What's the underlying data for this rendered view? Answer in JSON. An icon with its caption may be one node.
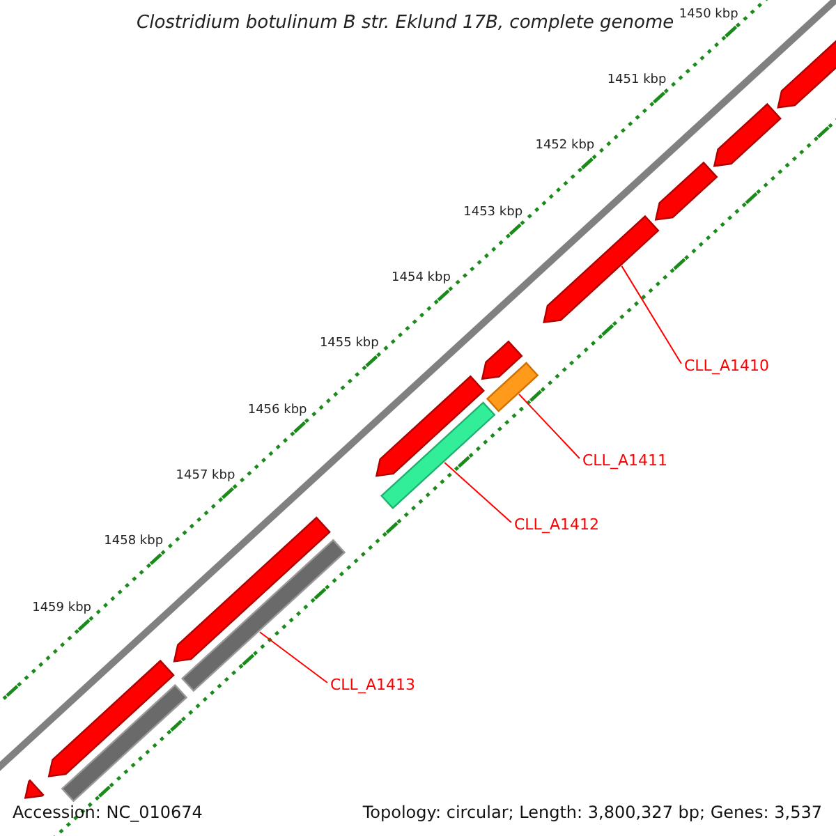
{
  "diagram": {
    "title": "Clostridium botulinum B str. Eklund 17B, complete genome",
    "nodes": [
      {
        "text": [],
        "shape": "arrow"
      },
      {
        "text": [],
        "shape": "arrow"
      },
      {
        "text": [],
        "shape": "arrow"
      },
      {
        "text": [],
        "shape": "arrow"
      },
      {
        "text": [
          "CLL_A1410"
        ]
      },
      {
        "text": [],
        "shape": "arrow"
      },
      {
        "text": [],
        "shape": "bar"
      },
      {
        "text": [
          "CLL_A1411"
        ]
      },
      {
        "text": [],
        "shape": "arrow"
      },
      {
        "text": [],
        "shape": "bar"
      },
      {
        "text": [
          "CLL_A1412"
        ]
      },
      {
        "text": [],
        "shape": "arrow"
      },
      {
        "text": [],
        "shape": "bar"
      },
      {
        "text": [
          "CLL_A1413"
        ]
      },
      {
        "text": [],
        "shape": "arrow"
      },
      {
        "text": [],
        "shape": "bar"
      },
      {
        "text": [],
        "shape": "arrow"
      }
    ],
    "edges": [
      {
        "from": 4,
        "to": 3,
        "arrow": "none"
      },
      {
        "from": 7,
        "to": 6,
        "arrow": "none"
      },
      {
        "from": 10,
        "to": 9,
        "arrow": "none"
      },
      {
        "from": 13,
        "to": 12,
        "arrow": "none"
      }
    ],
    "labels": [
      "1450 kbp",
      "1451 kbp",
      "1452 kbp",
      "1453 kbp",
      "1454 kbp",
      "1455 kbp",
      "1456 kbp",
      "1457 kbp",
      "1458 kbp",
      "1459 kbp",
      "Accession: NC_010674",
      "Topology: circular; Length: 3,800,327 bp; Genes: 3,537"
    ]
  }
}
